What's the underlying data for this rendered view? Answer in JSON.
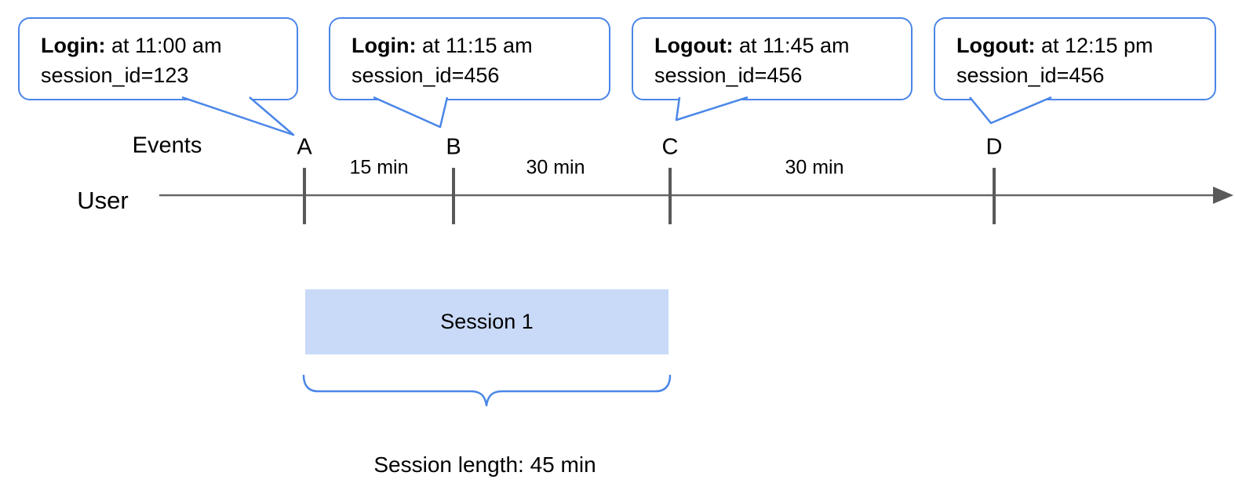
{
  "colors": {
    "accent_blue": "#4a86e8",
    "session_fill": "#c9daf8",
    "timeline_gray": "#595959"
  },
  "bubbles": [
    {
      "label": "Login:",
      "text": " at 11:00 am",
      "line2": "session_id=123"
    },
    {
      "label": "Login:",
      "text": " at 11:15 am",
      "line2": "session_id=456"
    },
    {
      "label": "Logout:",
      "text": " at 11:45 am",
      "line2": "session_id=456"
    },
    {
      "label": "Logout:",
      "text": " at 12:15 pm",
      "line2": "session_id=456"
    }
  ],
  "timeline": {
    "axis_label": "Events",
    "row_label": "User",
    "events": [
      "A",
      "B",
      "C",
      "D"
    ],
    "intervals": [
      "15 min",
      "30 min",
      "30 min"
    ]
  },
  "session": {
    "label": "Session 1",
    "length_label": "Session length: 45 min"
  }
}
